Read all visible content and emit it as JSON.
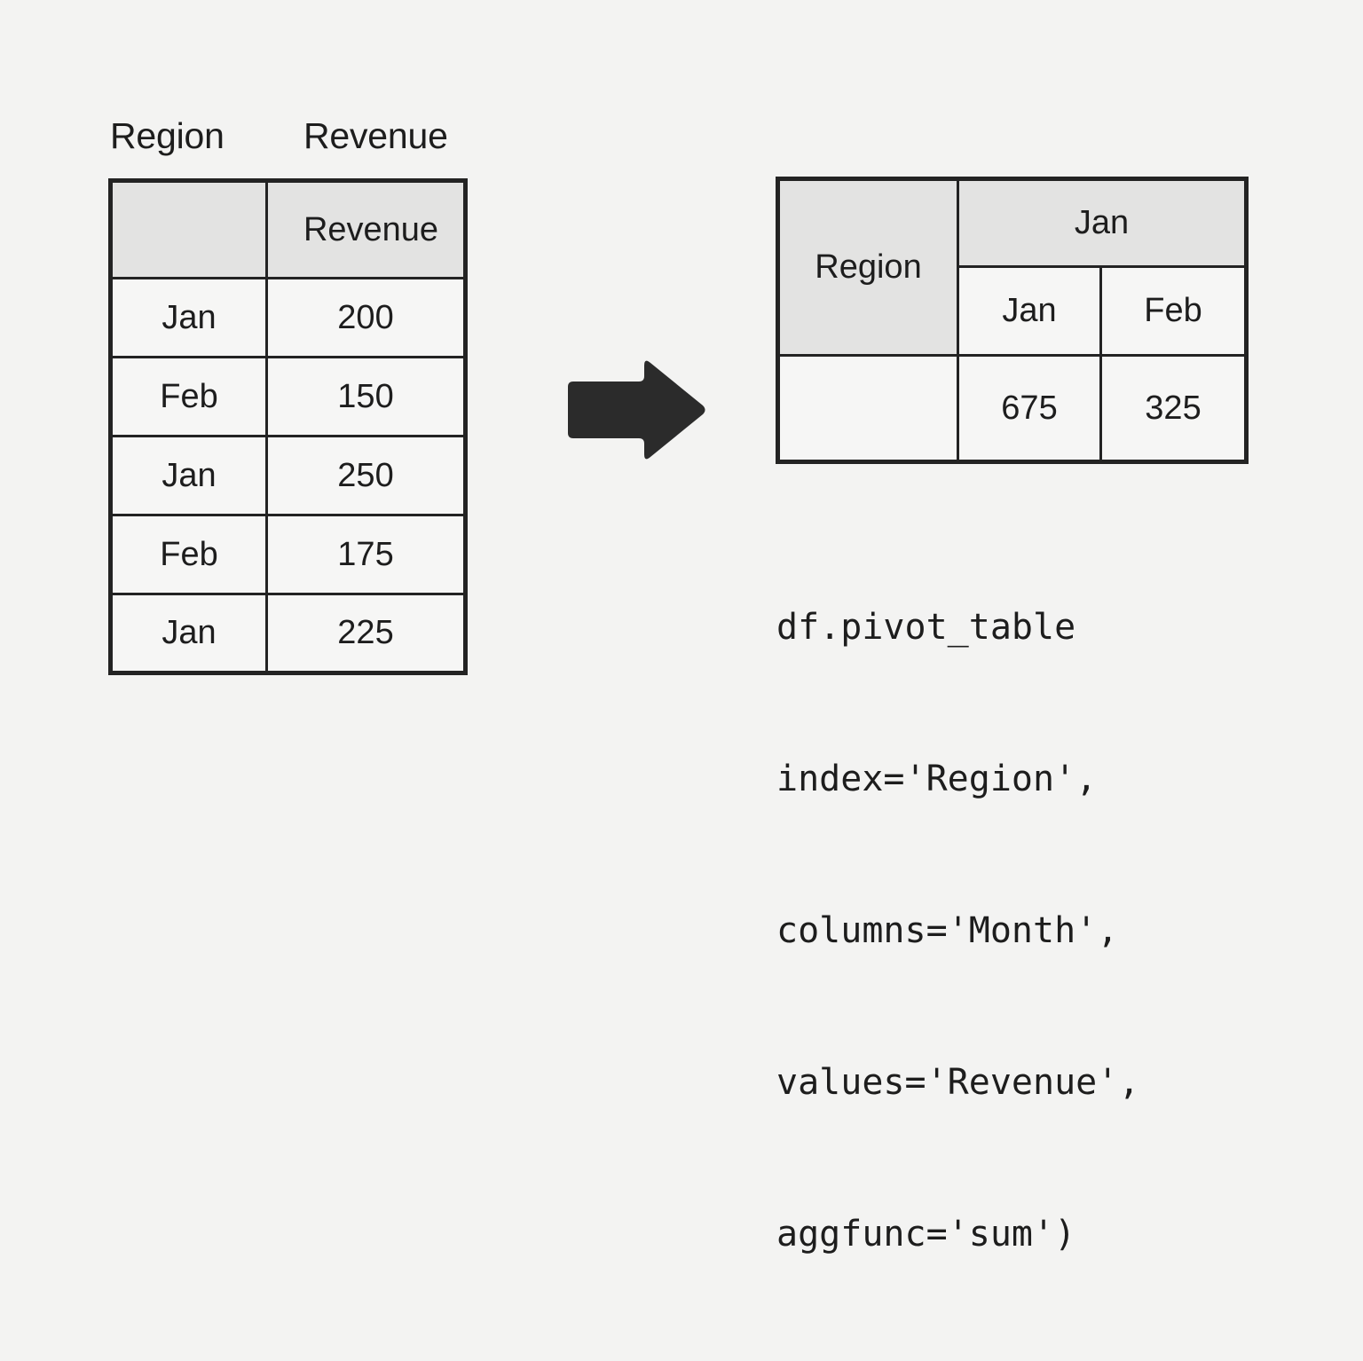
{
  "canvas": {
    "background_color": "#f3f3f2",
    "ink_color": "#1d1d1d",
    "border_color": "#232323",
    "shaded_cell_color": "#e3e3e2"
  },
  "source": {
    "column_labels": {
      "region": "Region",
      "revenue": "Revenue"
    },
    "header_row": [
      "",
      "Revenue"
    ],
    "rows": [
      {
        "region": "Jan",
        "revenue": "200"
      },
      {
        "region": "Feb",
        "revenue": "150"
      },
      {
        "region": "Jan",
        "revenue": "250"
      },
      {
        "region": "Feb",
        "revenue": "175"
      },
      {
        "region": "Jan",
        "revenue": "225"
      }
    ]
  },
  "arrow": {
    "icon": "arrow-right-icon",
    "color": "#2b2b2b",
    "direction": "right"
  },
  "pivot": {
    "index_label": "Region",
    "columns_group_label": "Jan",
    "sub_headers": [
      "Jan",
      "Feb"
    ],
    "value_row": {
      "index": "",
      "values": [
        "675",
        "325"
      ]
    }
  },
  "code": {
    "lines": [
      "df.pivot_table",
      "index='Region',",
      "columns='Month',",
      "values='Revenue',",
      "aggfunc='sum')"
    ]
  }
}
